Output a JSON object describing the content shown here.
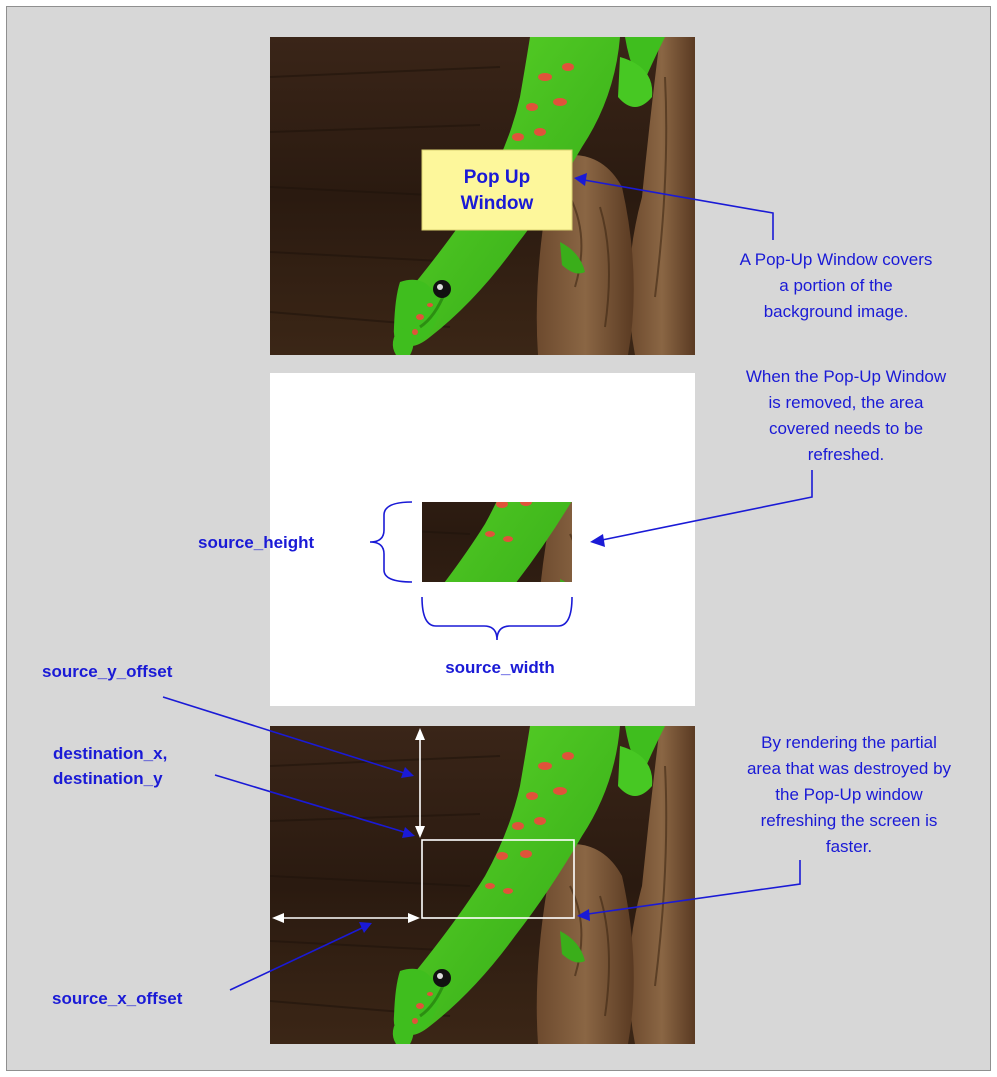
{
  "popup": {
    "line1": "Pop Up",
    "line2": "Window"
  },
  "notes": {
    "covers": [
      "A Pop-Up Window covers",
      "a portion of the",
      "background image."
    ],
    "removed": [
      "When the Pop-Up Window",
      "is removed, the area",
      "covered needs to be",
      "refreshed."
    ],
    "rendering": [
      "By rendering the partial",
      "area that was destroyed by",
      "the Pop-Up window",
      "refreshing the screen is",
      "faster."
    ]
  },
  "labels": {
    "source_height": "source_height",
    "source_width": "source_width",
    "source_y_offset": "source_y_offset",
    "destination_xy": [
      "destination_x,",
      "destination_y"
    ],
    "source_x_offset": "source_x_offset"
  },
  "colors": {
    "background": "#d7d7d7",
    "annotation": "#1a1ad6",
    "popup_fill": "#fdf79b",
    "gecko_green": "#3fbe1e",
    "gecko_spots": "#e0533a"
  }
}
